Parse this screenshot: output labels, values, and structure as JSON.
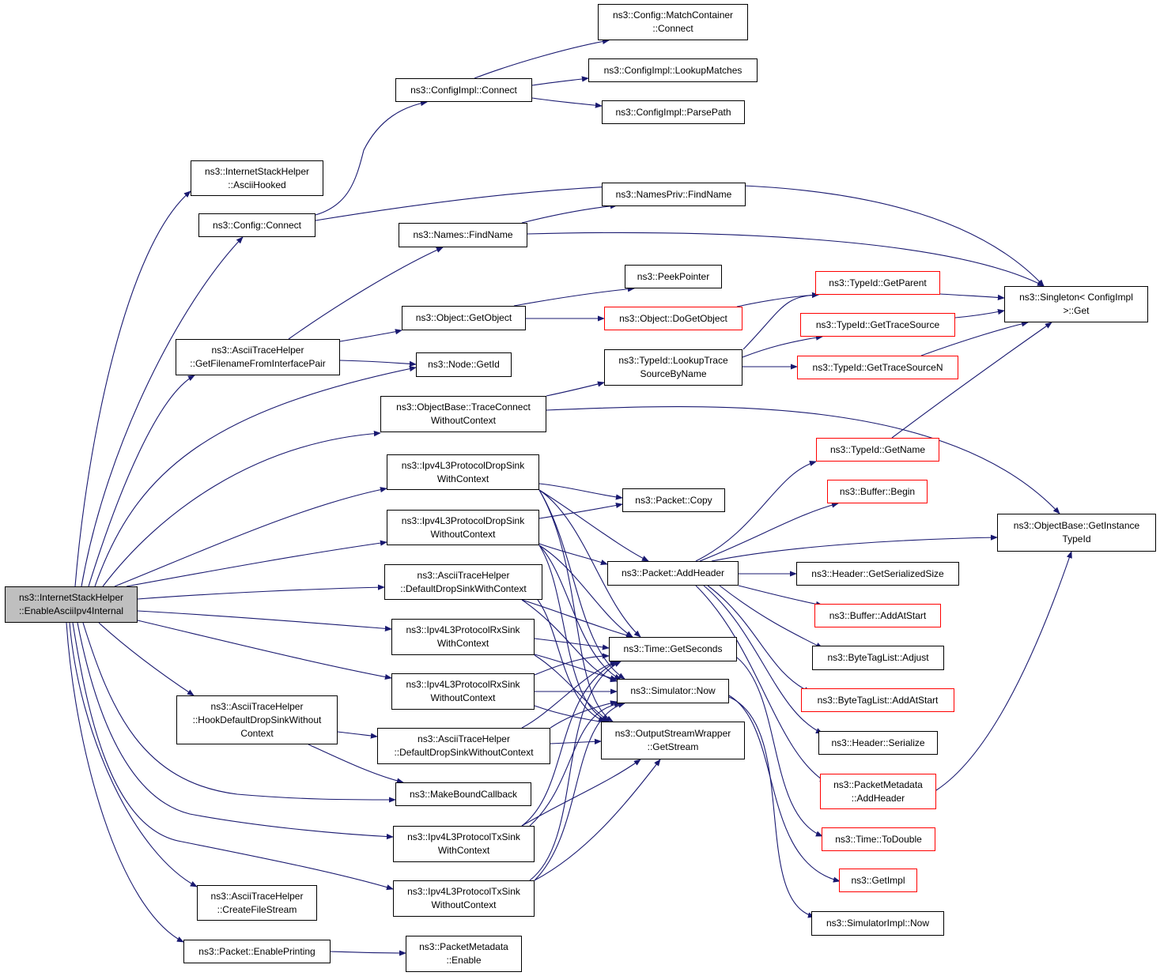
{
  "colors": {
    "edge": "#191970",
    "node_border": "#000000",
    "node_border_red": "#ff0000",
    "root_fill": "#bfbfbf",
    "background": "#ffffff"
  },
  "nodes": {
    "root": "ns3::InternetStackHelper\n::EnableAsciiIpv4Internal",
    "ish_asciihooked": "ns3::InternetStackHelper\n::AsciiHooked",
    "config_connect": "ns3::Config::Connect",
    "ath_getfilename": "ns3::AsciiTraceHelper\n::GetFilenameFromInterfacePair",
    "ath_hookdefault": "ns3::AsciiTraceHelper\n::HookDefaultDropSinkWithout\nContext",
    "ath_createfilestream": "ns3::AsciiTraceHelper\n::CreateFileStream",
    "packet_enableprinting": "ns3::Packet::EnablePrinting",
    "configimpl_connect": "ns3::ConfigImpl::Connect",
    "names_findname": "ns3::Names::FindName",
    "object_getobject": "ns3::Object::GetObject",
    "node_getid": "ns3::Node::GetId",
    "objectbase_traceconnect": "ns3::ObjectBase::TraceConnect\nWithoutContext",
    "ipv4_dropsink_wc": "ns3::Ipv4L3ProtocolDropSink\nWithContext",
    "ipv4_dropsink_woc": "ns3::Ipv4L3ProtocolDropSink\nWithoutContext",
    "ath_defaultdrop_wc": "ns3::AsciiTraceHelper\n::DefaultDropSinkWithContext",
    "ipv4_rxsink_wc": "ns3::Ipv4L3ProtocolRxSink\nWithContext",
    "ipv4_rxsink_woc": "ns3::Ipv4L3ProtocolRxSink\nWithoutContext",
    "ath_defaultdrop_woc": "ns3::AsciiTraceHelper\n::DefaultDropSinkWithoutContext",
    "makeboundcallback": "ns3::MakeBoundCallback",
    "ipv4_txsink_wc": "ns3::Ipv4L3ProtocolTxSink\nWithContext",
    "ipv4_txsink_woc": "ns3::Ipv4L3ProtocolTxSink\nWithoutContext",
    "packetmetadata_enable": "ns3::PacketMetadata\n::Enable",
    "config_matchcontainer_connect": "ns3::Config::MatchContainer\n::Connect",
    "configimpl_lookupmatches": "ns3::ConfigImpl::LookupMatches",
    "configimpl_parsepath": "ns3::ConfigImpl::ParsePath",
    "namespriv_findname": "ns3::NamesPriv::FindName",
    "peekpointer": "ns3::PeekPointer",
    "object_dogetobject": "ns3::Object::DoGetObject",
    "typeid_lookuptrace": "ns3::TypeId::LookupTrace\nSourceByName",
    "packet_copy": "ns3::Packet::Copy",
    "packet_addheader": "ns3::Packet::AddHeader",
    "time_getseconds": "ns3::Time::GetSeconds",
    "simulator_now": "ns3::Simulator::Now",
    "osw_getstream": "ns3::OutputStreamWrapper\n::GetStream",
    "typeid_getparent": "ns3::TypeId::GetParent",
    "typeid_gettracesource": "ns3::TypeId::GetTraceSource",
    "typeid_gettracesourcen": "ns3::TypeId::GetTraceSourceN",
    "typeid_getname": "ns3::TypeId::GetName",
    "buffer_begin": "ns3::Buffer::Begin",
    "header_getserializedsize": "ns3::Header::GetSerializedSize",
    "buffer_addatstart": "ns3::Buffer::AddAtStart",
    "bytetaglist_adjust": "ns3::ByteTagList::Adjust",
    "bytetaglist_addatstart": "ns3::ByteTagList::AddAtStart",
    "header_serialize": "ns3::Header::Serialize",
    "packetmetadata_addheader": "ns3::PacketMetadata\n::AddHeader",
    "time_todouble": "ns3::Time::ToDouble",
    "getimpl": "ns3::GetImpl",
    "simulatorimpl_now": "ns3::SimulatorImpl::Now",
    "singleton_get": "ns3::Singleton< ConfigImpl\n>::Get",
    "objectbase_getinstancetypeid": "ns3::ObjectBase::GetInstance\nTypeId"
  }
}
